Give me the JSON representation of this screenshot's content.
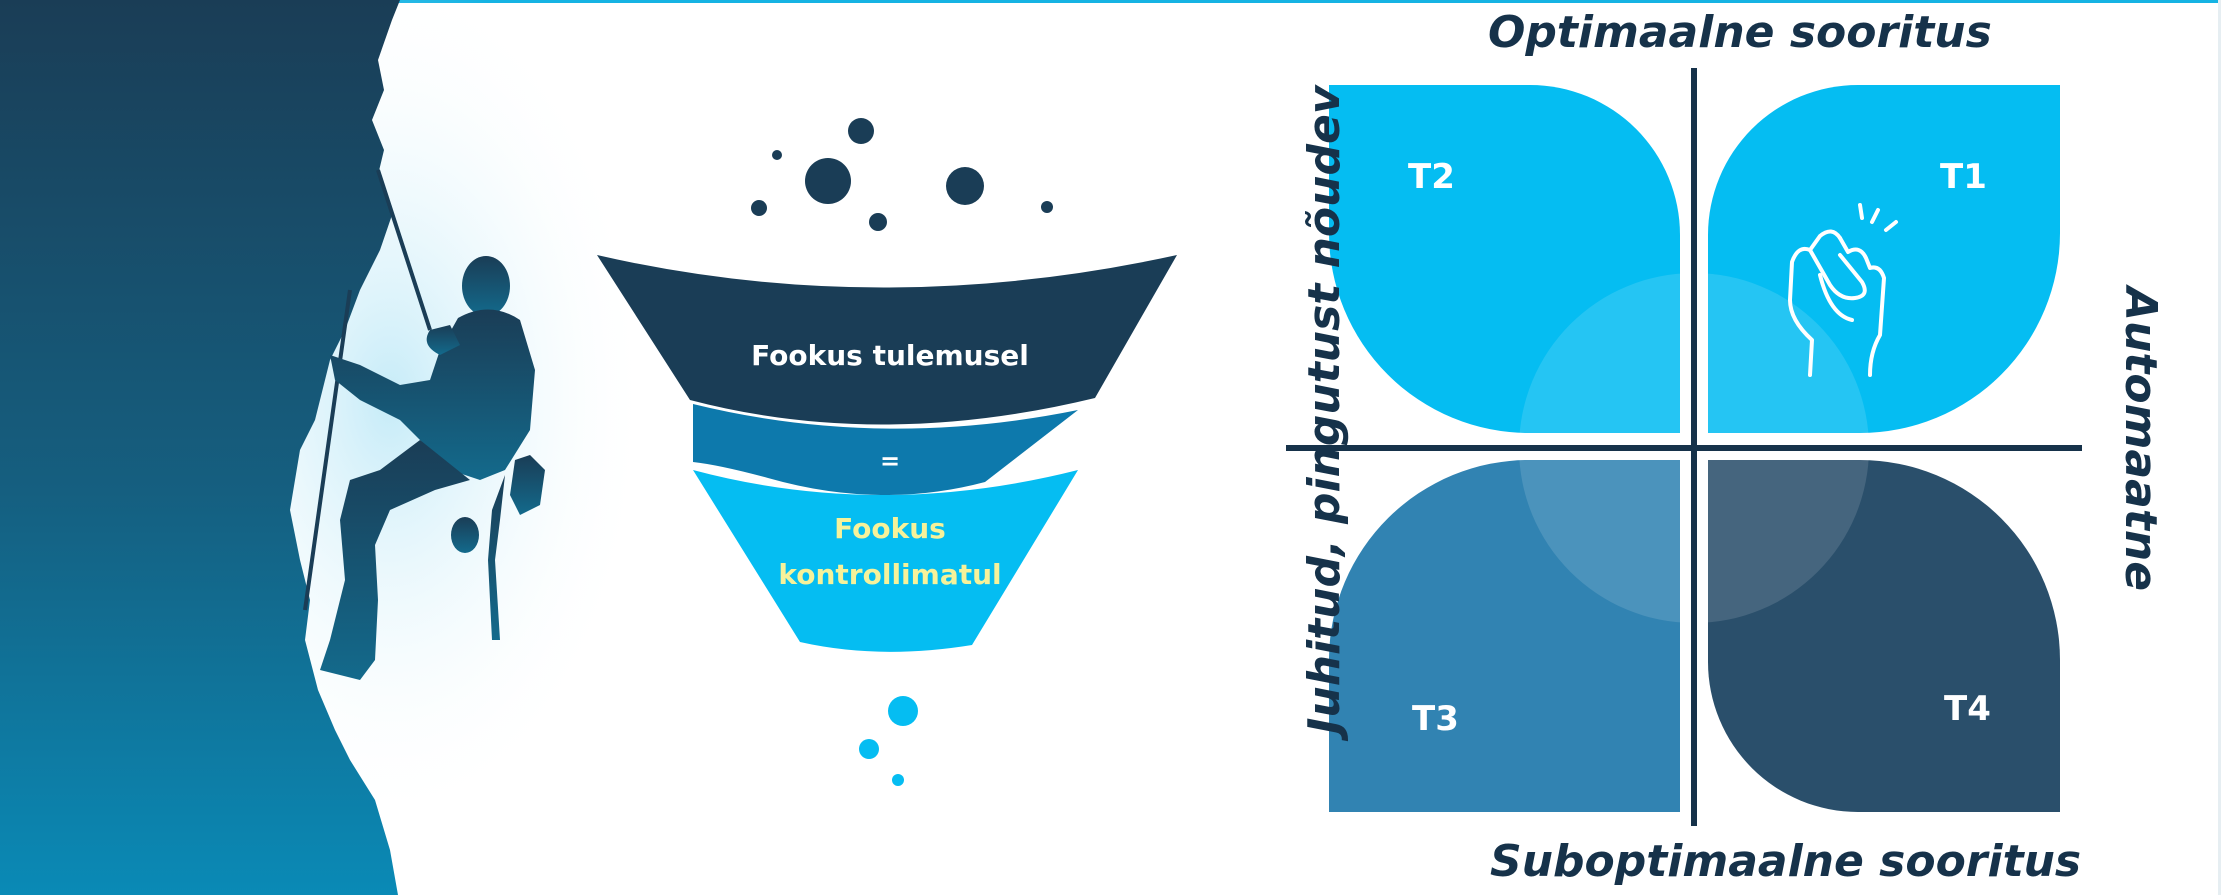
{
  "colors": {
    "navy": "#1a3d56",
    "cyan": "#05bdf2",
    "steel": "#3183b2",
    "slate": "#2a4f6b",
    "yellow": "#f6f29a",
    "line": "#16324a"
  },
  "funnel": {
    "top_text": "Fookus tulemusel",
    "middle_text": "=",
    "bottom_line1": "Fookus",
    "bottom_line2": "kontrollimatul"
  },
  "quadrant": {
    "top_label": "Optimaalne sooritus",
    "bottom_label": "Suboptimaalne sooritus",
    "left_label": "Juhitud, pingutust nõudev",
    "right_label": "Automaatne",
    "cells": {
      "t1": "T1",
      "t2": "T2",
      "t3": "T3",
      "t4": "T4"
    }
  },
  "icons": {
    "climber": "rock-climber-silhouette",
    "hand": "finger-snap-icon"
  }
}
